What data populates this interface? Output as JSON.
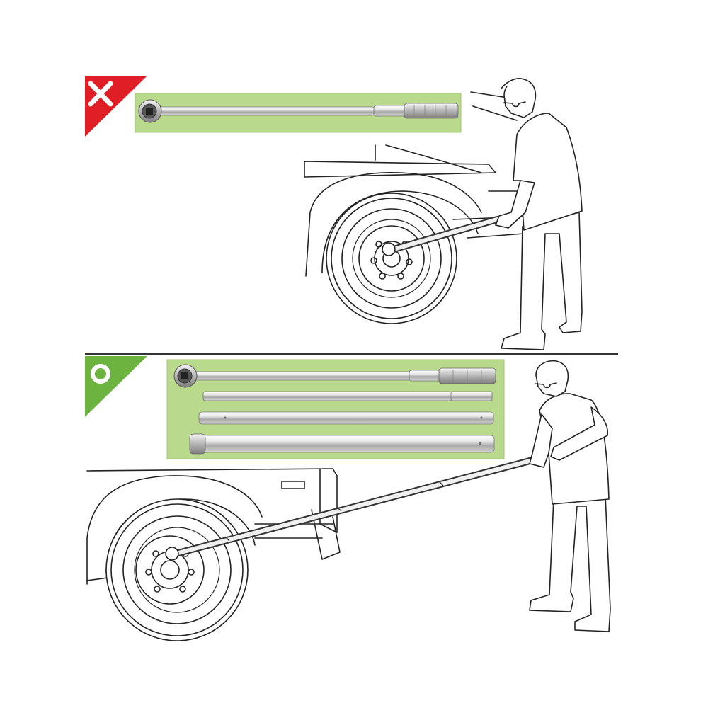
{
  "diagram": {
    "colors": {
      "wrong_badge": "#e01e25",
      "right_badge": "#6db33f",
      "tool_panel_bg": "#b9d98c",
      "tool_panel_border": "#a3c873",
      "divider": "#333333",
      "line_art": "#222222",
      "chrome_light": "#f2f2f2",
      "chrome_dark": "#9a9a9a"
    },
    "wrong_section": {
      "badge_icon": "cross-mark-icon",
      "tools": [
        "torque-wrench"
      ],
      "scene": "technician-short-wrench-on-truck-wheel"
    },
    "right_section": {
      "badge_icon": "circle-mark-icon",
      "tools": [
        "torque-wrench",
        "extension-bar-1",
        "extension-bar-2",
        "extension-bar-3"
      ],
      "scene": "technician-long-extended-wrench-on-truck-wheel"
    }
  }
}
